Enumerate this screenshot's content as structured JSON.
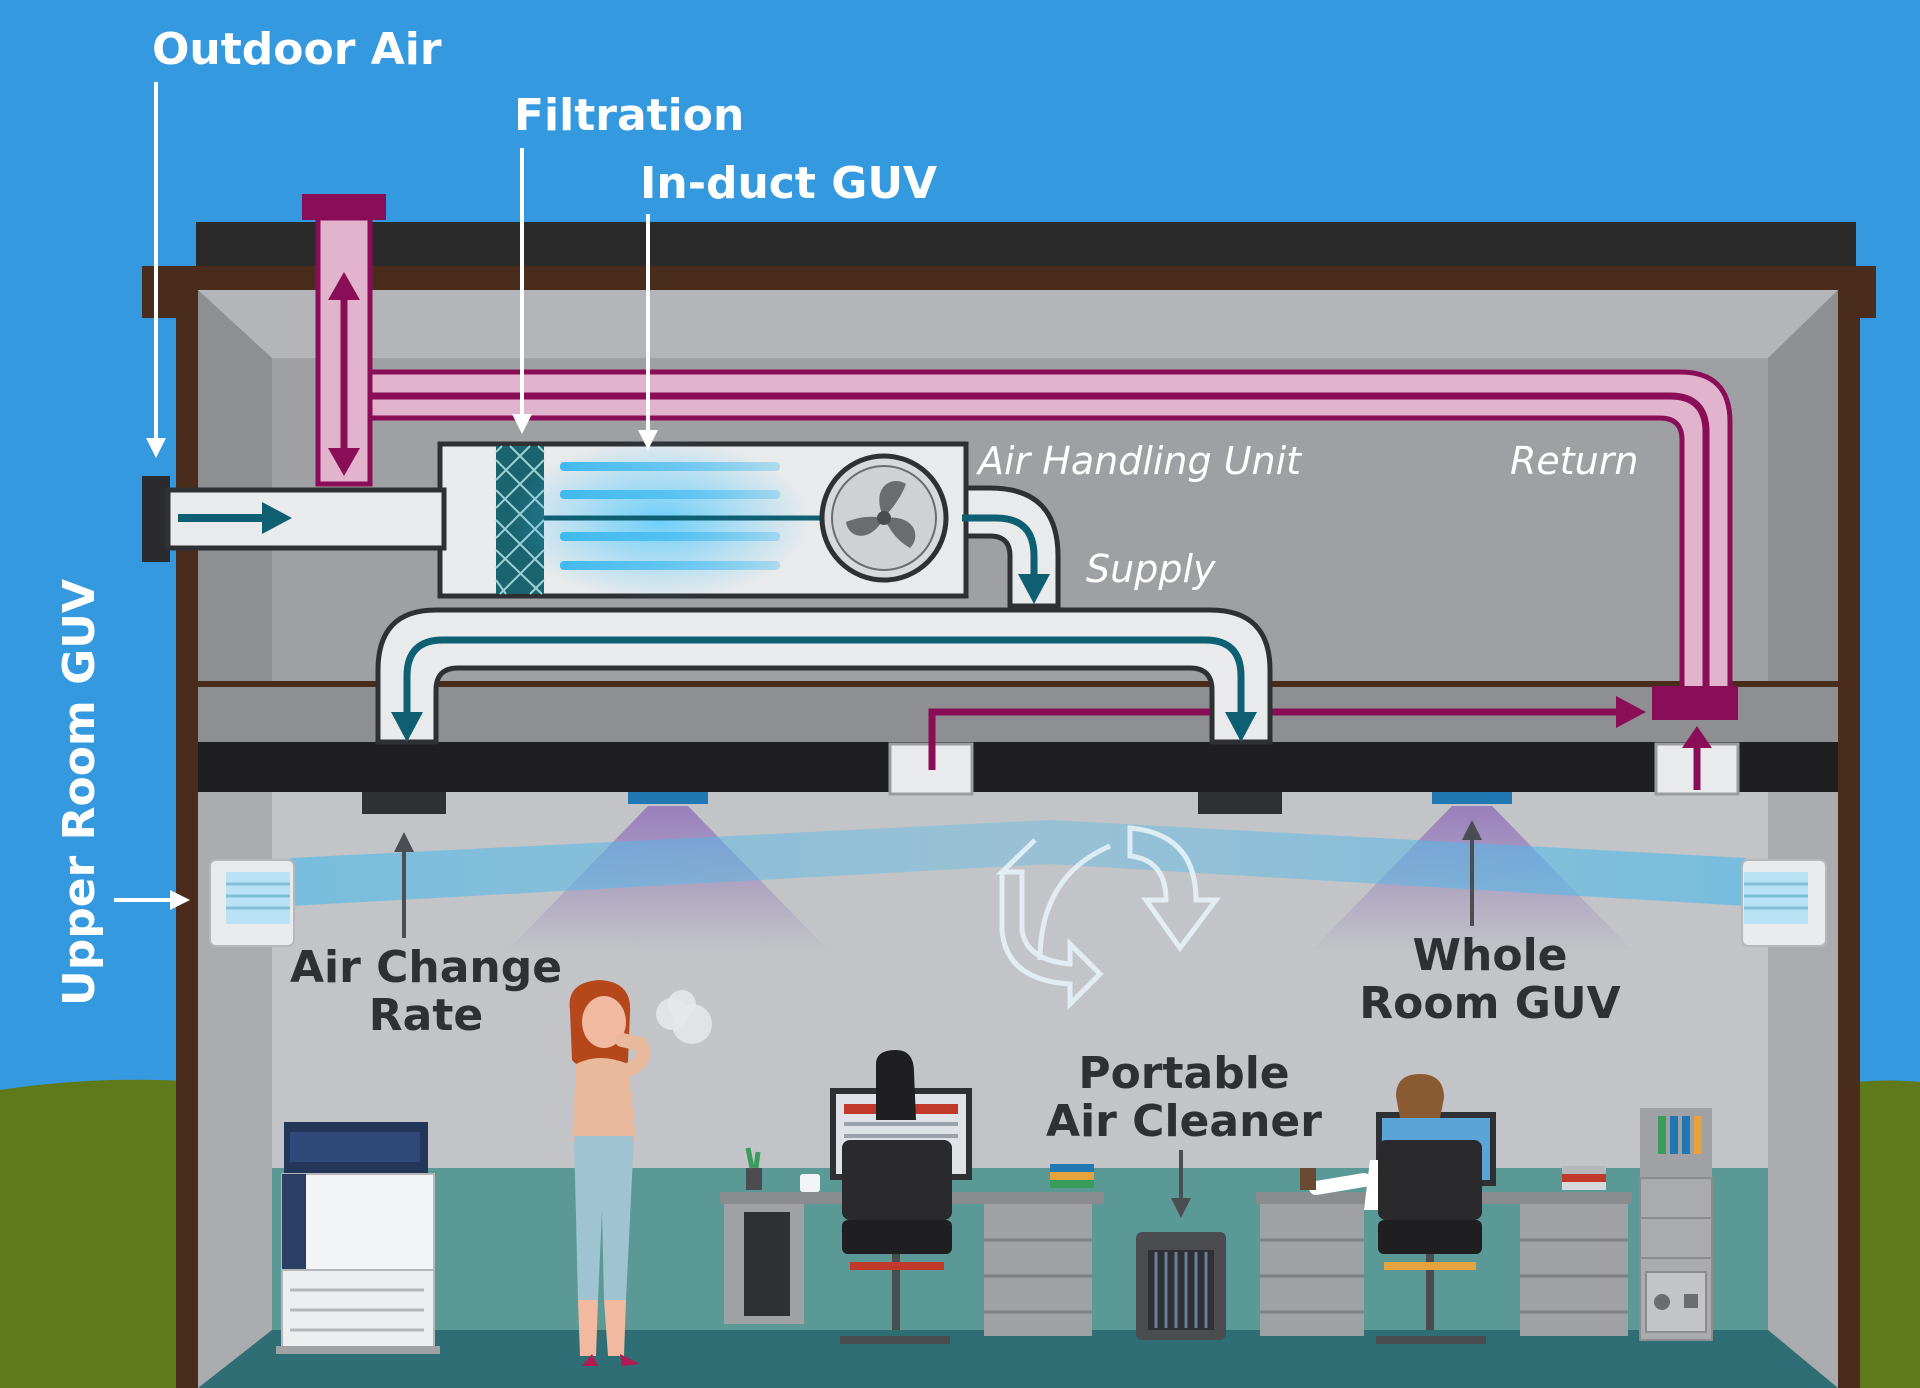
{
  "labels": {
    "outdoor_air": "Outdoor Air",
    "filtration": "Filtration",
    "in_duct_guv": "In-duct GUV",
    "air_handling_unit": "Air Handling Unit",
    "return": "Return",
    "supply": "Supply",
    "upper_room_guv": "Upper Room GUV",
    "air_change_rate_line1": "Air Change",
    "air_change_rate_line2": "Rate",
    "whole_room_guv_line1": "Whole",
    "whole_room_guv_line2": "Room GUV",
    "portable_air_cleaner_line1": "Portable",
    "portable_air_cleaner_line2": "Air Cleaner"
  },
  "colors": {
    "sky": "#3499de",
    "grass": "#5e7a1a",
    "roof": "#2a2a2a",
    "ceiling_space": "#8e8f93",
    "room_wall": "#c2c4c7",
    "room_floor": "#5b9996",
    "supply_duct_arrow": "#0f5f73",
    "return_duct": "#8a0e57",
    "return_duct_fill": "#e2b3cd",
    "uv_blue": "#2fb4ee",
    "uv_purple": "#8a68b8"
  }
}
